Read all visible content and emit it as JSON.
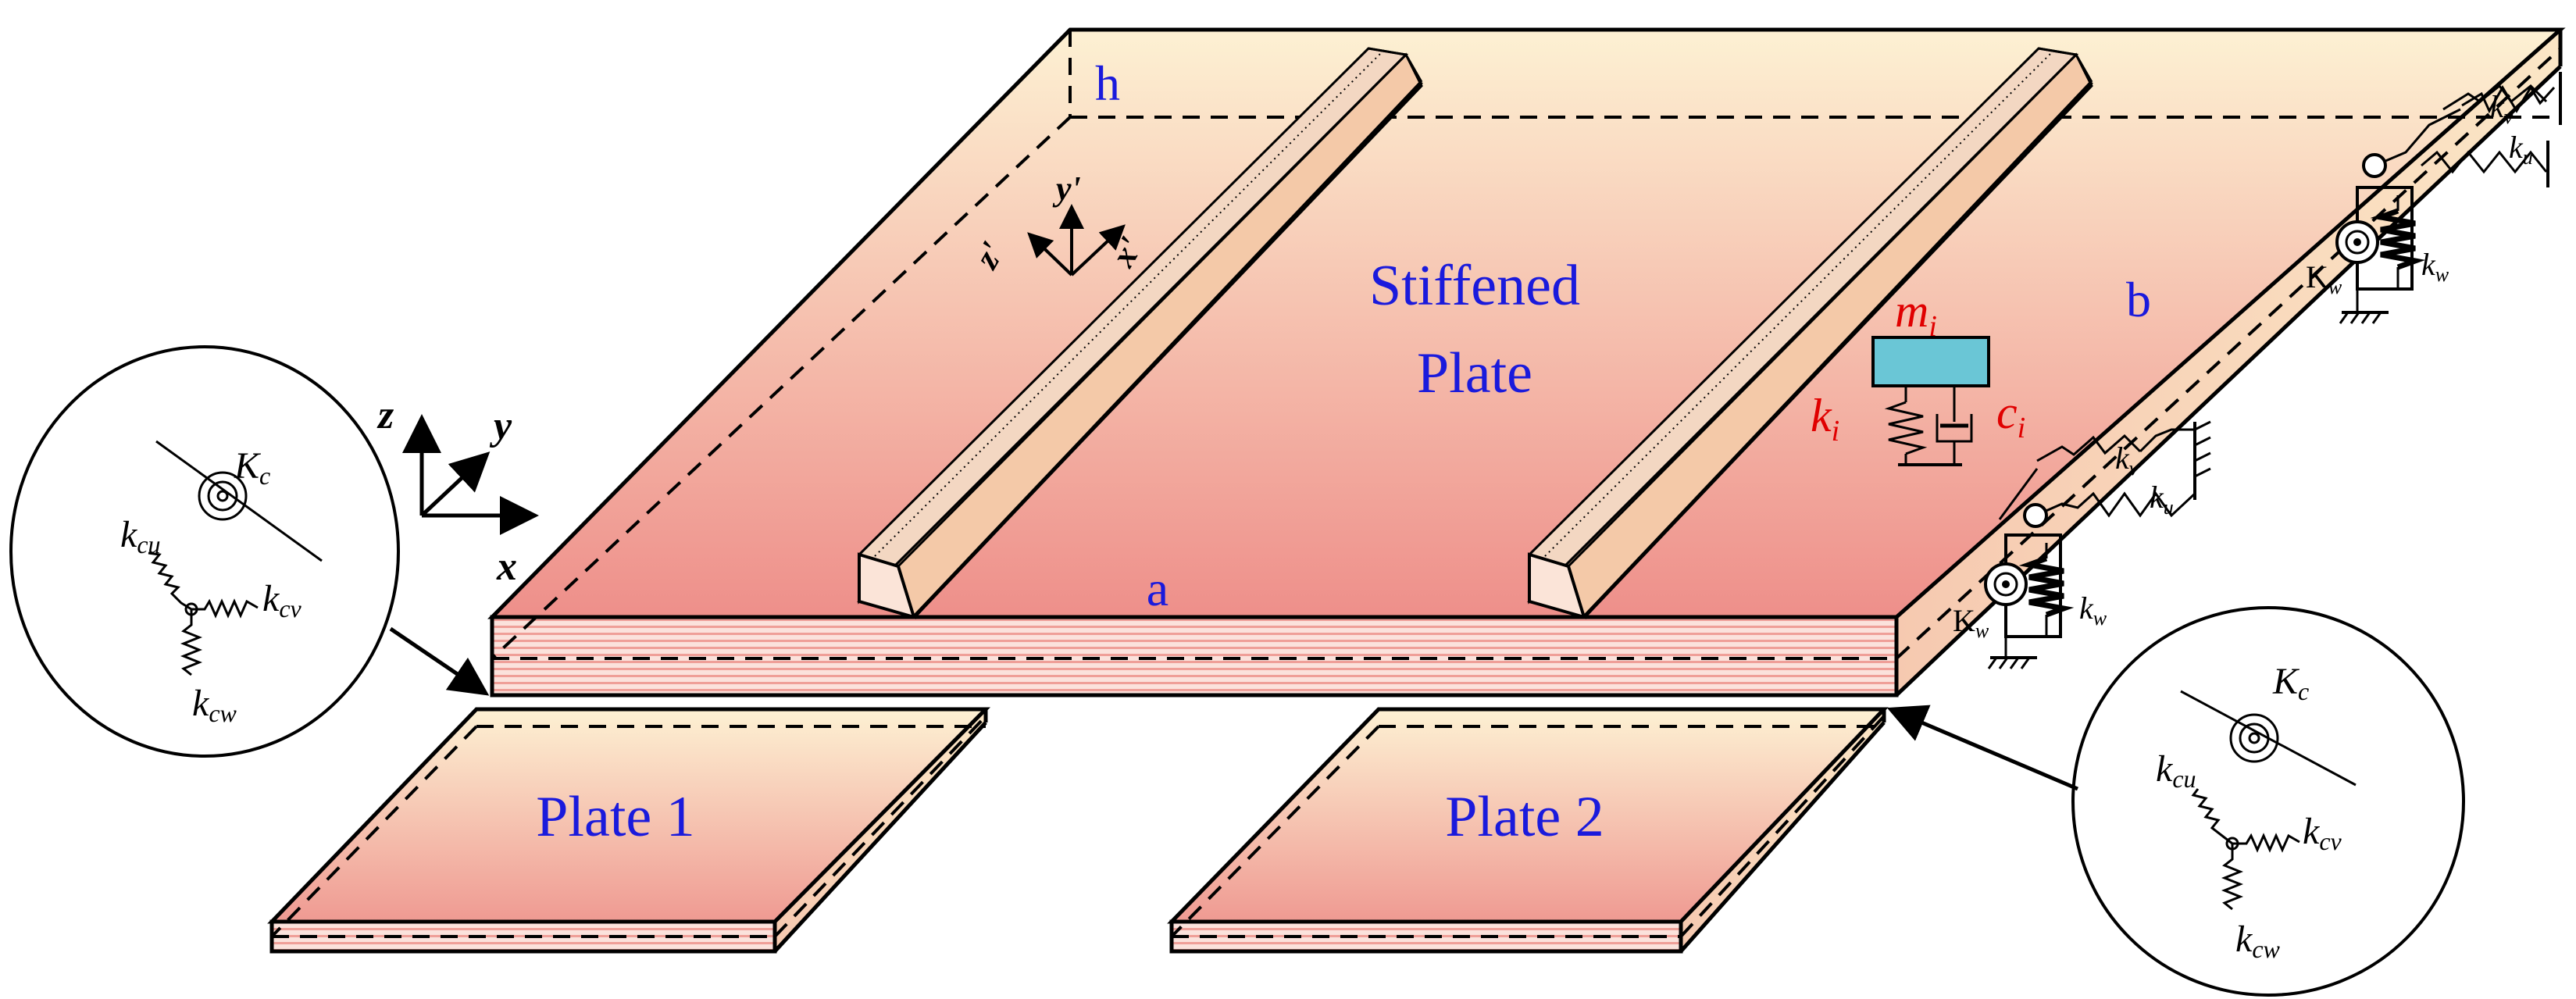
{
  "figure": {
    "main_label_line1": "Stiffened",
    "main_label_line2": "Plate",
    "plate1_label": "Plate 1",
    "plate2_label": "Plate 2",
    "dim_a": "a",
    "dim_b": "b",
    "dim_h": "h",
    "global_axes": {
      "x": "x",
      "y": "y",
      "z": "z"
    },
    "local_axes": {
      "x": "x'",
      "y": "y'",
      "z": "z'"
    },
    "attachment": {
      "mass": "m",
      "mass_sub": "i",
      "spring": "k",
      "spring_sub": "i",
      "damper": "c",
      "damper_sub": "i"
    },
    "edge_springs": {
      "upper": {
        "kv": "k",
        "kv_sub": "v",
        "ku": "k",
        "ku_sub": "u",
        "Kw": "K",
        "Kw_sub": "w",
        "kw": "k",
        "kw_sub": "w"
      },
      "lower": {
        "kv": "k",
        "kv_sub": "v",
        "ku": "k",
        "ku_sub": "u",
        "Kw": "K",
        "Kw_sub": "w",
        "kw": "k",
        "kw_sub": "w"
      }
    },
    "coupling_left": {
      "Kc": "K",
      "Kc_sub": "c",
      "kcu": "k",
      "kcu_sub": "cu",
      "kcv": "k",
      "kcv_sub": "cv",
      "kcw": "k",
      "kcw_sub": "cw"
    },
    "coupling_right": {
      "Kc": "K",
      "Kc_sub": "c",
      "kcu": "k",
      "kcu_sub": "cu",
      "kcv": "k",
      "kcv_sub": "cv",
      "kcw": "k",
      "kcw_sub": "cw"
    }
  },
  "colors": {
    "plate_top": "#fbeccb",
    "plate_bottom": "#ee8f8a",
    "label_blue": "#1a1adc",
    "label_red": "#e00000",
    "mass_fill": "#6ac6d6"
  }
}
